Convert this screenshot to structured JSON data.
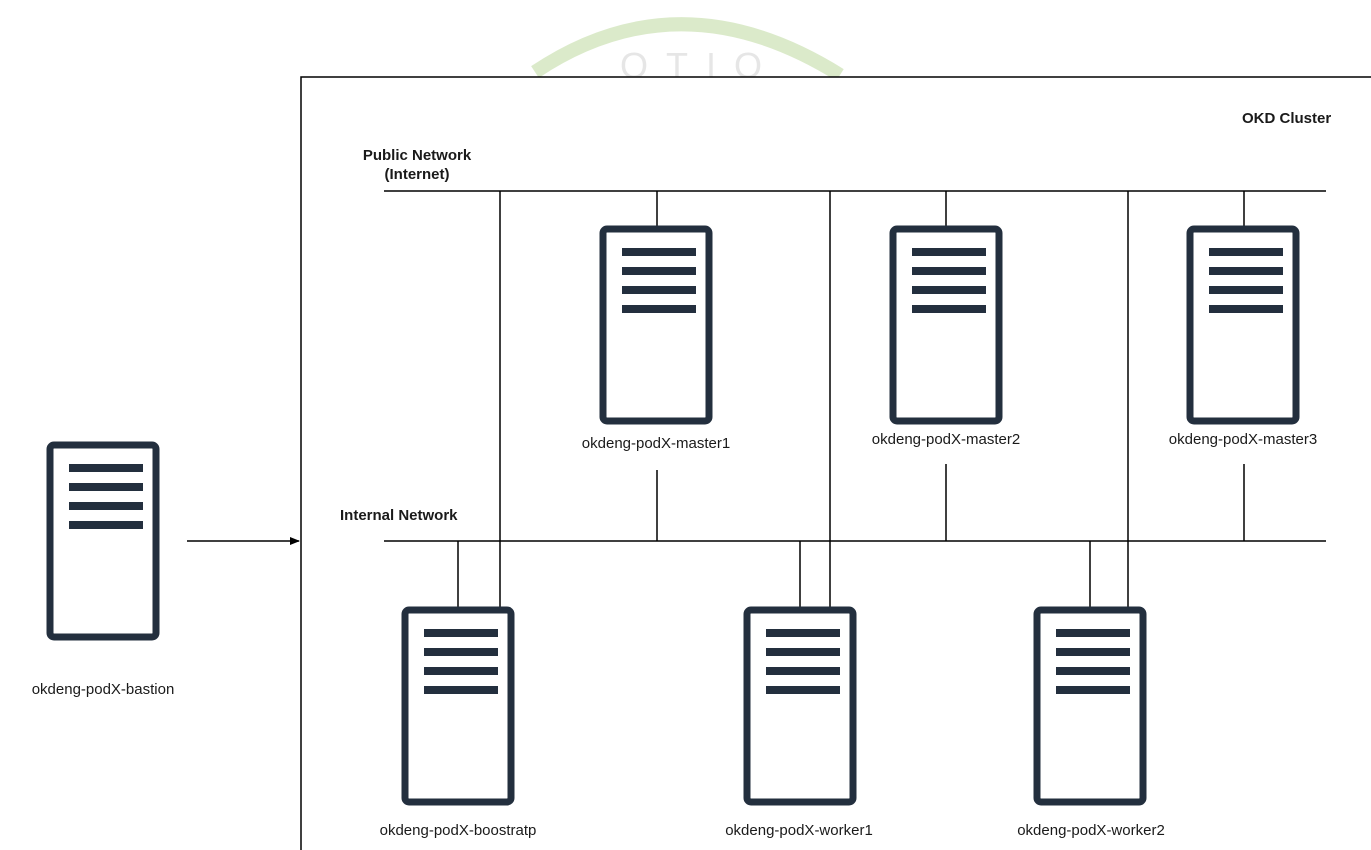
{
  "diagram": {
    "cluster": {
      "title": "OKD Cluster"
    },
    "networks": {
      "public": {
        "label_line1": "Public Network",
        "label_line2": "(Internet)"
      },
      "internal": {
        "label": "Internal Network"
      }
    },
    "nodes": {
      "bastion": "okdeng-podX-bastion",
      "master1": "okdeng-podX-master1",
      "master2": "okdeng-podX-master2",
      "master3": "okdeng-podX-master3",
      "bootstrap": "okdeng-podX-boostratp",
      "worker1": "okdeng-podX-worker1",
      "worker2": "okdeng-podX-worker2"
    },
    "colors": {
      "server_stroke": "#232f3e",
      "line": "#000000",
      "watermark": "#cfe3b8"
    }
  }
}
